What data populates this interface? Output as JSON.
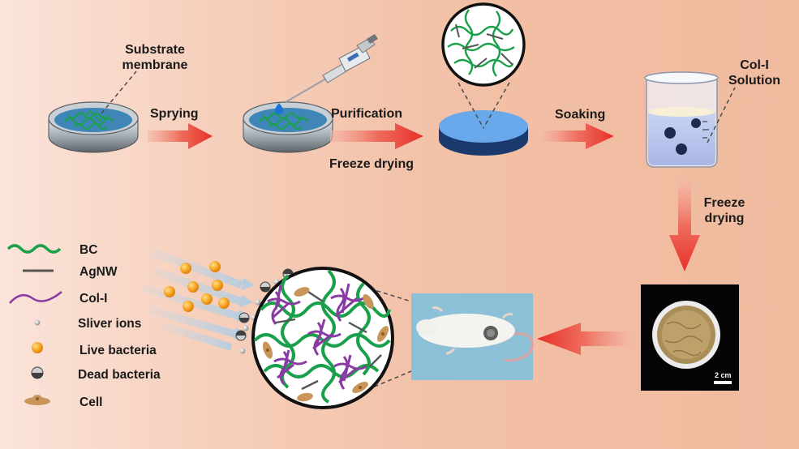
{
  "labels": {
    "substrate": "Substrate\nmembrane",
    "spraying": "Sprying",
    "purification": "Purification",
    "freeze_drying_1": "Freeze drying",
    "soaking": "Soaking",
    "col_solution": "Col-I\nSolution",
    "freeze_drying_2": "Freeze\ndrying"
  },
  "legend": [
    {
      "label": "BC",
      "icon": "green-wavy-fiber-icon",
      "color": "#1aa04a"
    },
    {
      "label": "AgNW",
      "icon": "gray-rod-icon",
      "color": "#555555"
    },
    {
      "label": "Col-I",
      "icon": "purple-wavy-fiber-icon",
      "color": "#8a3aa3"
    },
    {
      "label": "Sliver ions",
      "icon": "silver-ion-dot-icon",
      "color": "#9c9c9c"
    },
    {
      "label": "Live bacteria",
      "icon": "orange-bacterium-icon",
      "color": "#f39a1e"
    },
    {
      "label": "Dead bacteria",
      "icon": "dead-bacterium-icon",
      "color": "#444444"
    },
    {
      "label": "Cell",
      "icon": "tan-cell-icon",
      "color": "#c9955a"
    }
  ],
  "photo": {
    "scale_bar": "2 cm"
  },
  "colors": {
    "arrow": "#e8352e",
    "bc_fiber": "#1aa04a",
    "col_fiber": "#8a3aa3",
    "disc_top": "#69a8ea",
    "disc_side": "#1a3a6e"
  }
}
